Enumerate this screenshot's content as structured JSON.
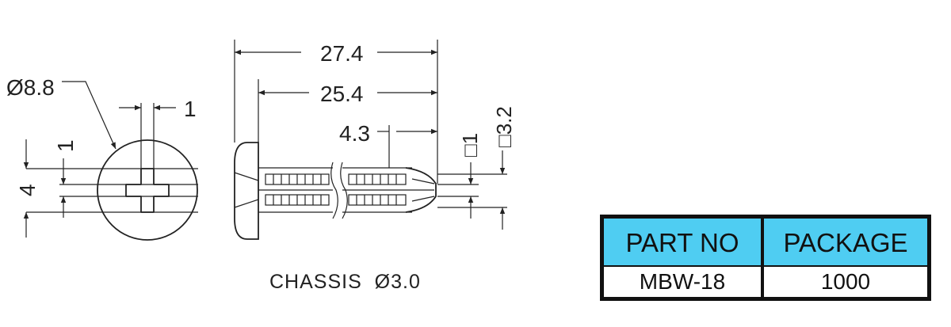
{
  "dimensions": {
    "head_diameter": "Ø8.8",
    "slot_width": "1",
    "cross_slot_height": "1",
    "cross_length": "4",
    "overall_length": "27.4",
    "shank_length": "25.4",
    "tip_length": "4.3",
    "tip_square": "□1",
    "shank_square": "□3.2"
  },
  "caption": "CHASSIS  Ø3.0",
  "table": {
    "headers": [
      "PART NO",
      "PACKAGE"
    ],
    "row": [
      "MBW-18",
      "1000"
    ]
  },
  "colors": {
    "header_fill": "#4fcdf2",
    "line": "#222222"
  }
}
